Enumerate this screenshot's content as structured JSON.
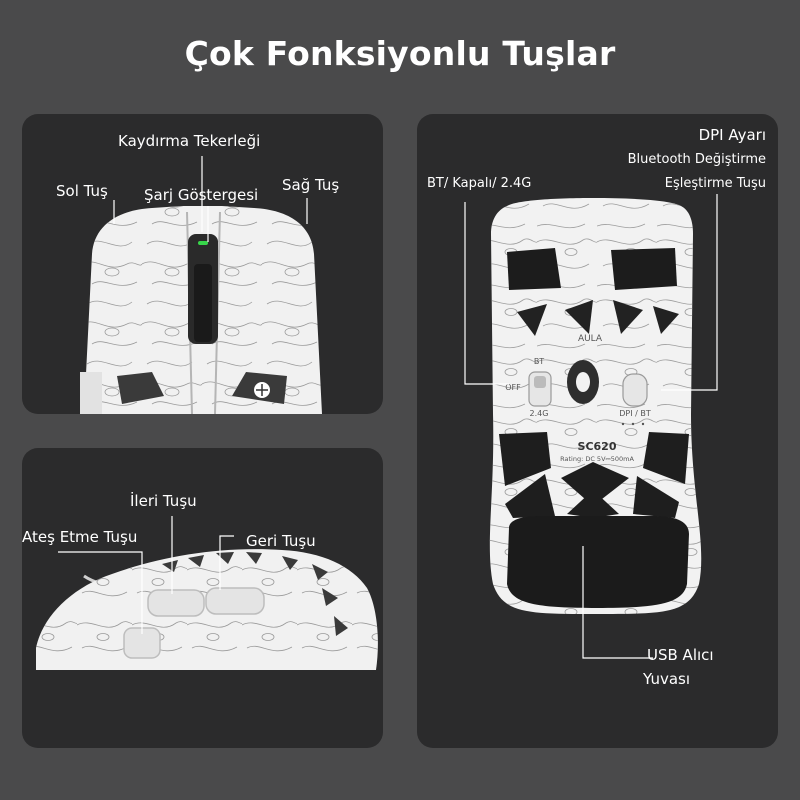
{
  "title": "Çok Fonksiyonlu Tuşlar",
  "colors": {
    "background": "#4a4a4b",
    "panel": "#2b2b2c",
    "mouse": "#f1f1f1",
    "led": "#37d64a"
  },
  "top_panel": {
    "labels": {
      "scroll_wheel": "Kaydırma Tekerleği",
      "left_button": "Sol Tuş",
      "charge_indicator": "Şarj Göstergesi",
      "right_button": "Sağ Tuş"
    }
  },
  "bottom_panel": {
    "labels": {
      "forward_button": "İleri Tuşu",
      "fire_button": "Ateş Etme Tuşu",
      "back_button": "Geri Tuşu"
    }
  },
  "right_panel": {
    "labels": {
      "dpi": "DPI Ayarı",
      "bluetooth_switch": "Bluetooth Değiştirme",
      "pair_button": "Eşleştirme Tuşu",
      "mode_switch": "BT/ Kapalı/ 2.4G",
      "usb_slot_line1": "USB Alıcı",
      "usb_slot_line2": "Yuvası"
    },
    "device": {
      "brand": "AULA",
      "model": "SC620",
      "rating": "Rating: DC 5V⎓500mA",
      "switch_bt": "BT",
      "switch_off": "OFF",
      "switch_24g": "2.4G",
      "dpi_bt": "DPI / BT"
    }
  }
}
